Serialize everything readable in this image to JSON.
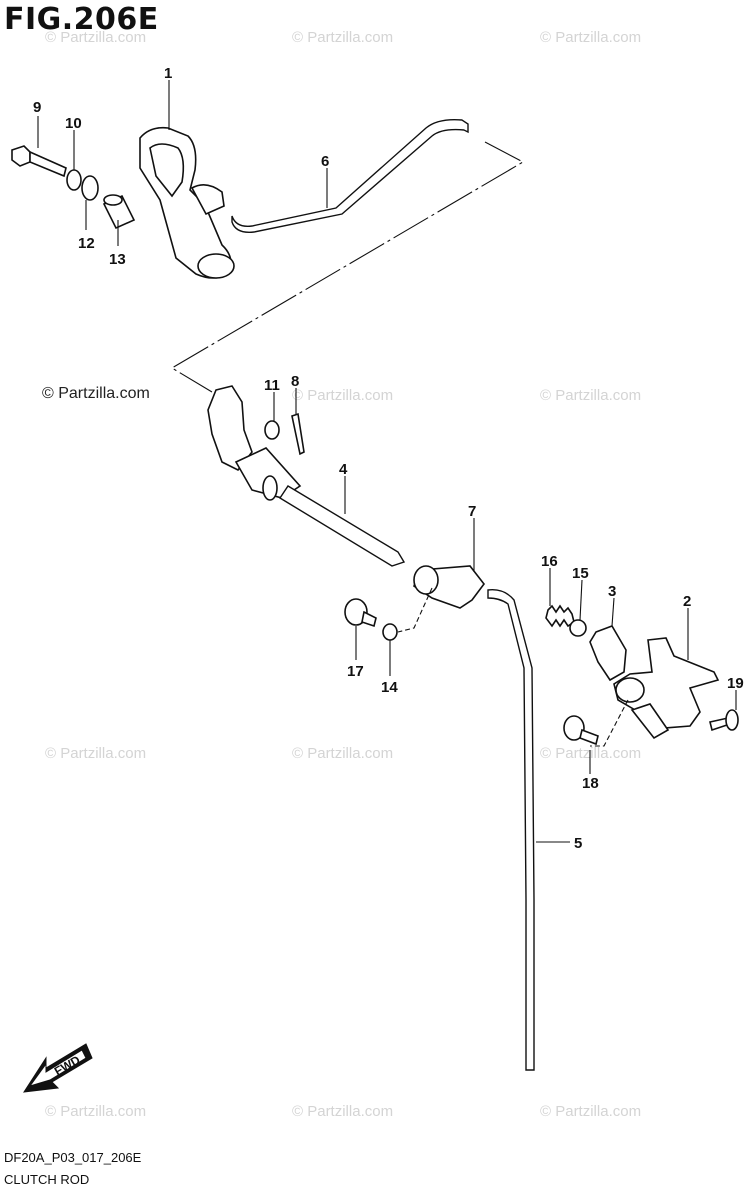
{
  "figure": {
    "title": "FIG.206E",
    "code": "DF20A_P03_017_206E",
    "name": "CLUTCH ROD",
    "copyright": "© Partzilla.com",
    "watermark": "© Partzilla.com",
    "fwd_label": "FWD"
  },
  "callouts": [
    {
      "num": "1"
    },
    {
      "num": "2"
    },
    {
      "num": "3"
    },
    {
      "num": "4"
    },
    {
      "num": "5"
    },
    {
      "num": "6"
    },
    {
      "num": "7"
    },
    {
      "num": "8"
    },
    {
      "num": "9"
    },
    {
      "num": "10"
    },
    {
      "num": "11"
    },
    {
      "num": "12"
    },
    {
      "num": "13"
    },
    {
      "num": "14"
    },
    {
      "num": "15"
    },
    {
      "num": "16"
    },
    {
      "num": "17"
    },
    {
      "num": "18"
    },
    {
      "num": "19"
    }
  ]
}
